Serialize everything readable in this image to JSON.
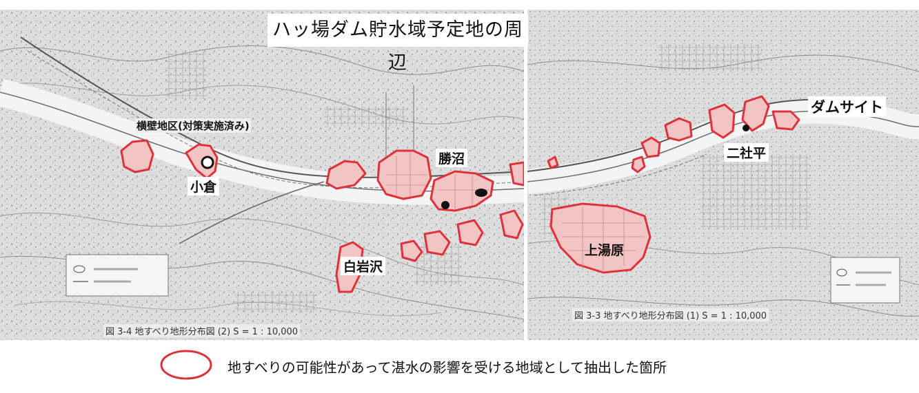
{
  "title": "ハッ場ダム貯水域予定地の周辺",
  "places": {
    "yokokabe": "横壁地区(対策実施済み)",
    "ogura": "小倉",
    "katsunuma": "勝沼",
    "shiraiwasawa": "白岩沢",
    "kamiyuhara": "上湯原",
    "nishahei": "二社平",
    "damsite": "ダムサイト"
  },
  "figure_captions": {
    "left": "図 3-4 地すべり地形分布図 (2)   S = 1 : 10,000",
    "right": "図 3-3 地すべり地形分布図 (1)   S = 1 : 10,000"
  },
  "legend": {
    "text": "地すべりの可能性があって湛水の影響を受ける地域として抽出した箇所",
    "symbol_color": "#e0303a"
  },
  "colors": {
    "zone_fill": "#f2c4c4",
    "zone_outline": "#e0303a",
    "map_bg": "#dcdcdc"
  }
}
